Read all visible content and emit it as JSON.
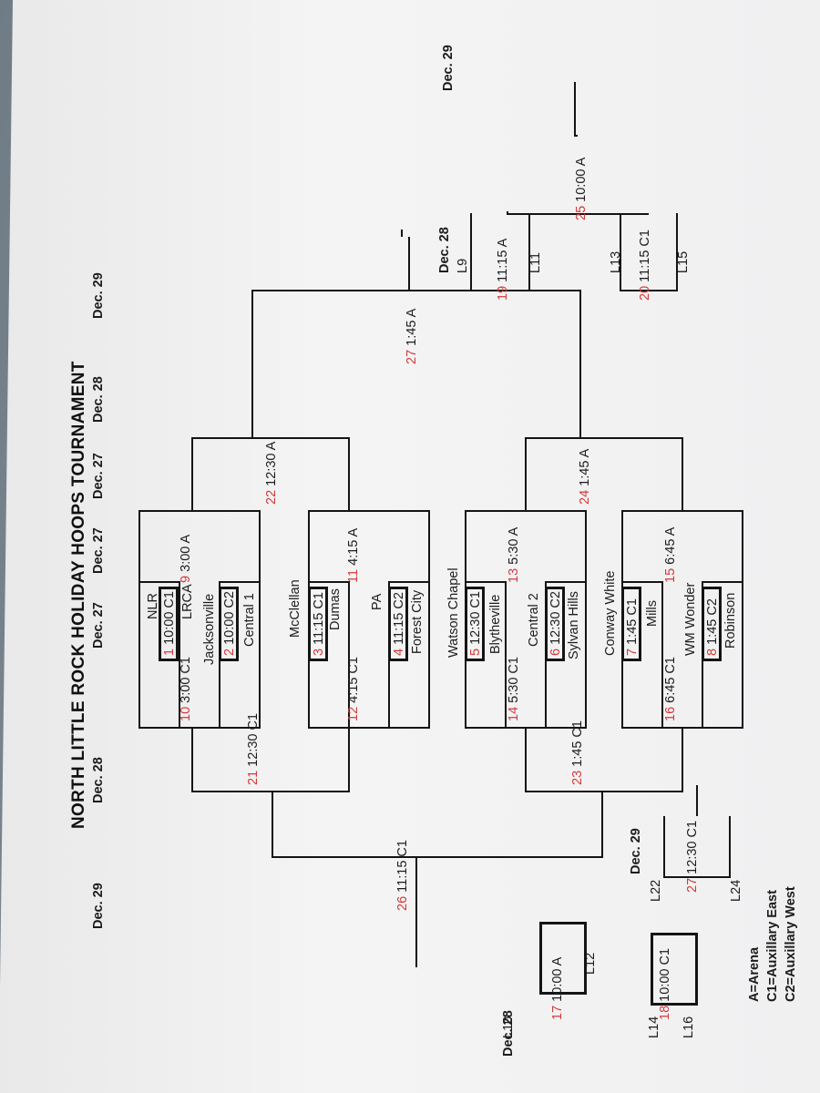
{
  "title": "NORTH LITTLE ROCK HOLIDAY HOOPS TOURNAMENT",
  "legend": [
    "A=Arena",
    "C1=Auxillary East",
    "C2=Auxillary West"
  ],
  "headers": {
    "d28_left": "Dec. 28",
    "d27_left": "Dec. 27",
    "d27_mid1": "Dec. 27",
    "d27_mid2": "Dec. 27",
    "d28_right": "Dec. 28",
    "d29_right": "Dec. 29",
    "d29_left": "Dec. 29",
    "cons_d28_a": "Dec. 28",
    "cons_d28_b": "Dec. 28",
    "cons_d29_a": "Dec. 29",
    "cons_d29_b": "Dec. 29"
  },
  "teams": {
    "nlr": "NLR",
    "lrca": "LRCA",
    "jacksonville": "Jacksonville",
    "central1": "Central 1",
    "mcclellan": "McClellan",
    "dumas": "Dumas",
    "pa": "PA",
    "forest_city": "Forest City",
    "watson_chapel": "Watson Chapel",
    "blytheville": "Blytheville",
    "central2": "Central 2",
    "sylvan_hills": "Sylvan Hills",
    "conway_white": "Conway White",
    "mills": "Mills",
    "wm_wonder": "WM Wonder",
    "robinson": "Robinson"
  },
  "losers": {
    "l9": "L9",
    "l11": "L11",
    "l13": "L13",
    "l15": "L15",
    "l10": "L10",
    "l12": "L12",
    "l14": "L14",
    "l16": "L16",
    "l22": "L22",
    "l24": "L24"
  },
  "games": {
    "g1": {
      "num": "1",
      "info": " 10:00 C1"
    },
    "g2": {
      "num": "2",
      "info": " 10:00 C2"
    },
    "g3": {
      "num": "3",
      "info": " 11:15 C1"
    },
    "g4": {
      "num": "4",
      "info": " 11:15 C2"
    },
    "g5": {
      "num": "5",
      "info": " 12:30 C1"
    },
    "g6": {
      "num": "6",
      "info": " 12:30 C2"
    },
    "g7": {
      "num": "7",
      "info": " 1:45 C1"
    },
    "g8": {
      "num": "8",
      "info": " 1:45  C2"
    },
    "g9": {
      "num": "9",
      "info": " 3:00 A"
    },
    "g10": {
      "num": "10",
      "info": " 3:00 C1"
    },
    "g11": {
      "num": "11",
      "info": " 4:15 A"
    },
    "g12": {
      "num": "12",
      "info": " 4:15 C1"
    },
    "g13": {
      "num": "13",
      "info": " 5:30 A"
    },
    "g14": {
      "num": "14",
      "info": " 5:30 C1"
    },
    "g15": {
      "num": "15",
      "info": " 6:45 A"
    },
    "g16": {
      "num": "16",
      "info": " 6:45 C1"
    },
    "g17": {
      "num": "17",
      "info": " 10:00 A"
    },
    "g18": {
      "num": "18",
      "info": " 10:00 C1"
    },
    "g19": {
      "num": "19",
      "info": " 11:15 A"
    },
    "g20": {
      "num": "20",
      "info": " 11:15 C1"
    },
    "g21": {
      "num": "21",
      "info": " 12:30 C1"
    },
    "g22": {
      "num": "22",
      "info": " 12:30 A"
    },
    "g23": {
      "num": "23",
      "info": " 1:45 C1"
    },
    "g24": {
      "num": "24",
      "info": " 1:45 A"
    },
    "g25": {
      "num": "25",
      "info": " 10:00 A"
    },
    "g26": {
      "num": "26",
      "info": "  11:15 C1"
    },
    "g27": {
      "num": "27",
      "info": " 1:45 A"
    },
    "g27b": {
      "num": "27",
      "info": " 12:30 C1"
    }
  }
}
